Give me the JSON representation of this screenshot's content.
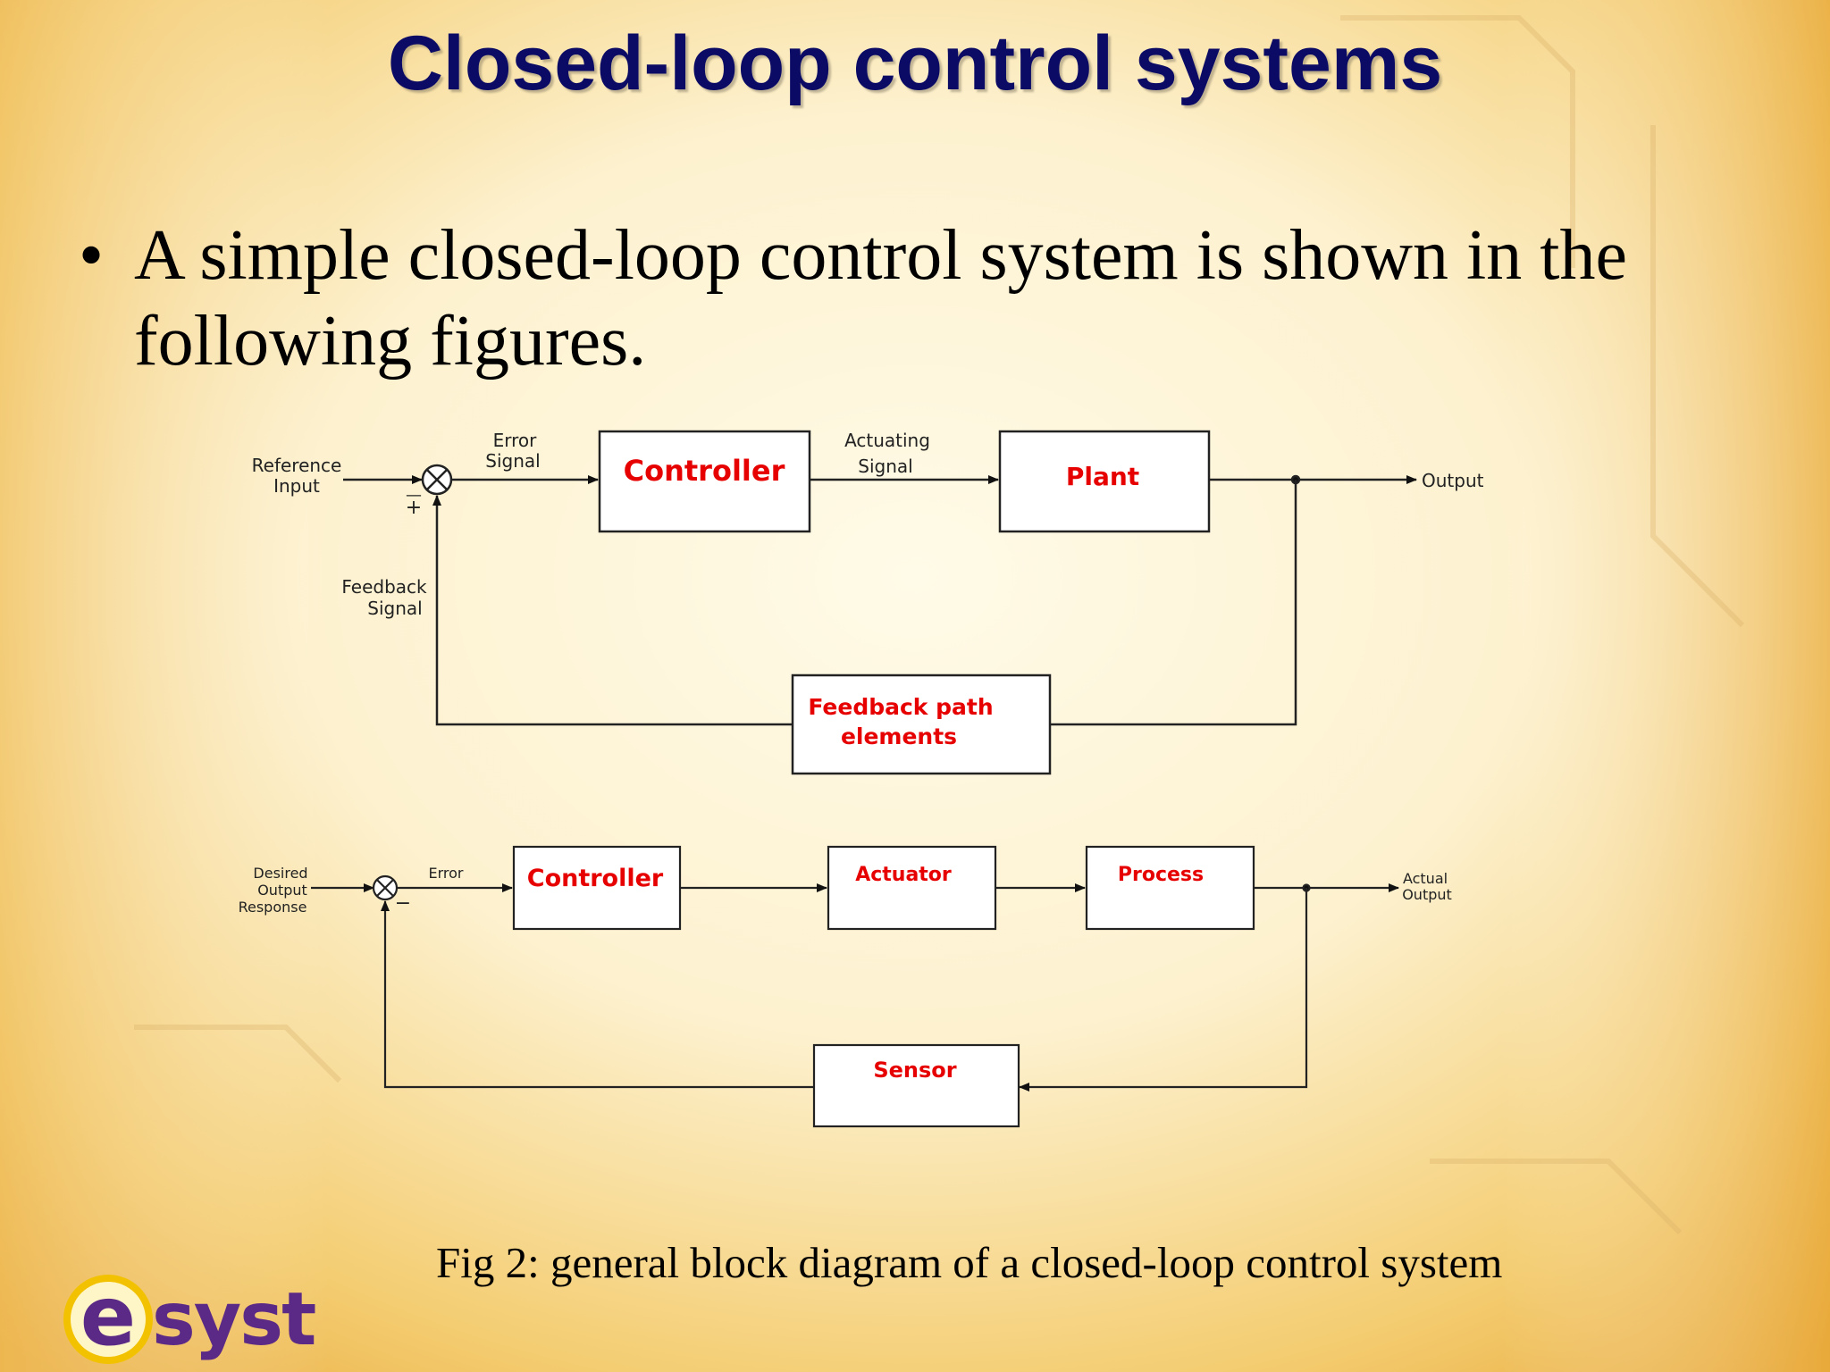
{
  "slide": {
    "title": "Closed-loop control systems",
    "bullet_marker": "•",
    "bullet": "A simple closed-loop control system is shown in the following figures.",
    "caption": "Fig 2: general block diagram of a closed-loop control system",
    "title_color": "#0b0b66",
    "logo": {
      "text": "esyst",
      "color": "#5b2a86",
      "accent": "#f2c200"
    }
  },
  "diagram1": {
    "reference_input": [
      "Reference",
      "Input"
    ],
    "error_signal": [
      "Error",
      "Signal"
    ],
    "controller": "Controller",
    "actuating_signal": [
      "Actuating",
      "Signal"
    ],
    "plant": "Plant",
    "output": "Output",
    "feedback_signal": [
      "Feedback",
      "Signal"
    ],
    "feedback_block": [
      "Feedback path",
      "elements"
    ],
    "sign_top": "—",
    "sign_bottom": "+"
  },
  "diagram2": {
    "desired_output": [
      "Desired",
      "Output",
      "Response"
    ],
    "error": "Error",
    "controller": "Controller",
    "actuator": "Actuator",
    "process": "Process",
    "actual_output": [
      "Actual",
      "Output"
    ],
    "sensor": "Sensor",
    "minus_sign": "−"
  }
}
